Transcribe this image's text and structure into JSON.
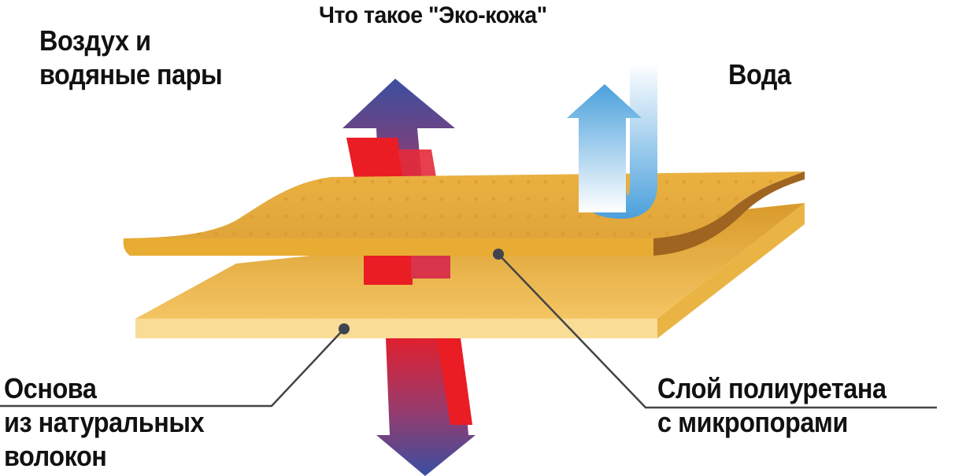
{
  "title": "Что такое \"Эко-кожа\"",
  "labels": {
    "air": [
      "Воздух и",
      "водяные пары"
    ],
    "water": "Вода",
    "base": [
      "Основа",
      "из натуральных",
      "волокон"
    ],
    "pu_layer": [
      "Слой полиуретана",
      "с микропорами"
    ]
  },
  "colors": {
    "sheet": "#f2b93c",
    "sheet_light": "#f9dc96",
    "red": "#ea1c24",
    "arrow_top": "#3b4fa0",
    "water_arrow": "#4aa0dc"
  }
}
